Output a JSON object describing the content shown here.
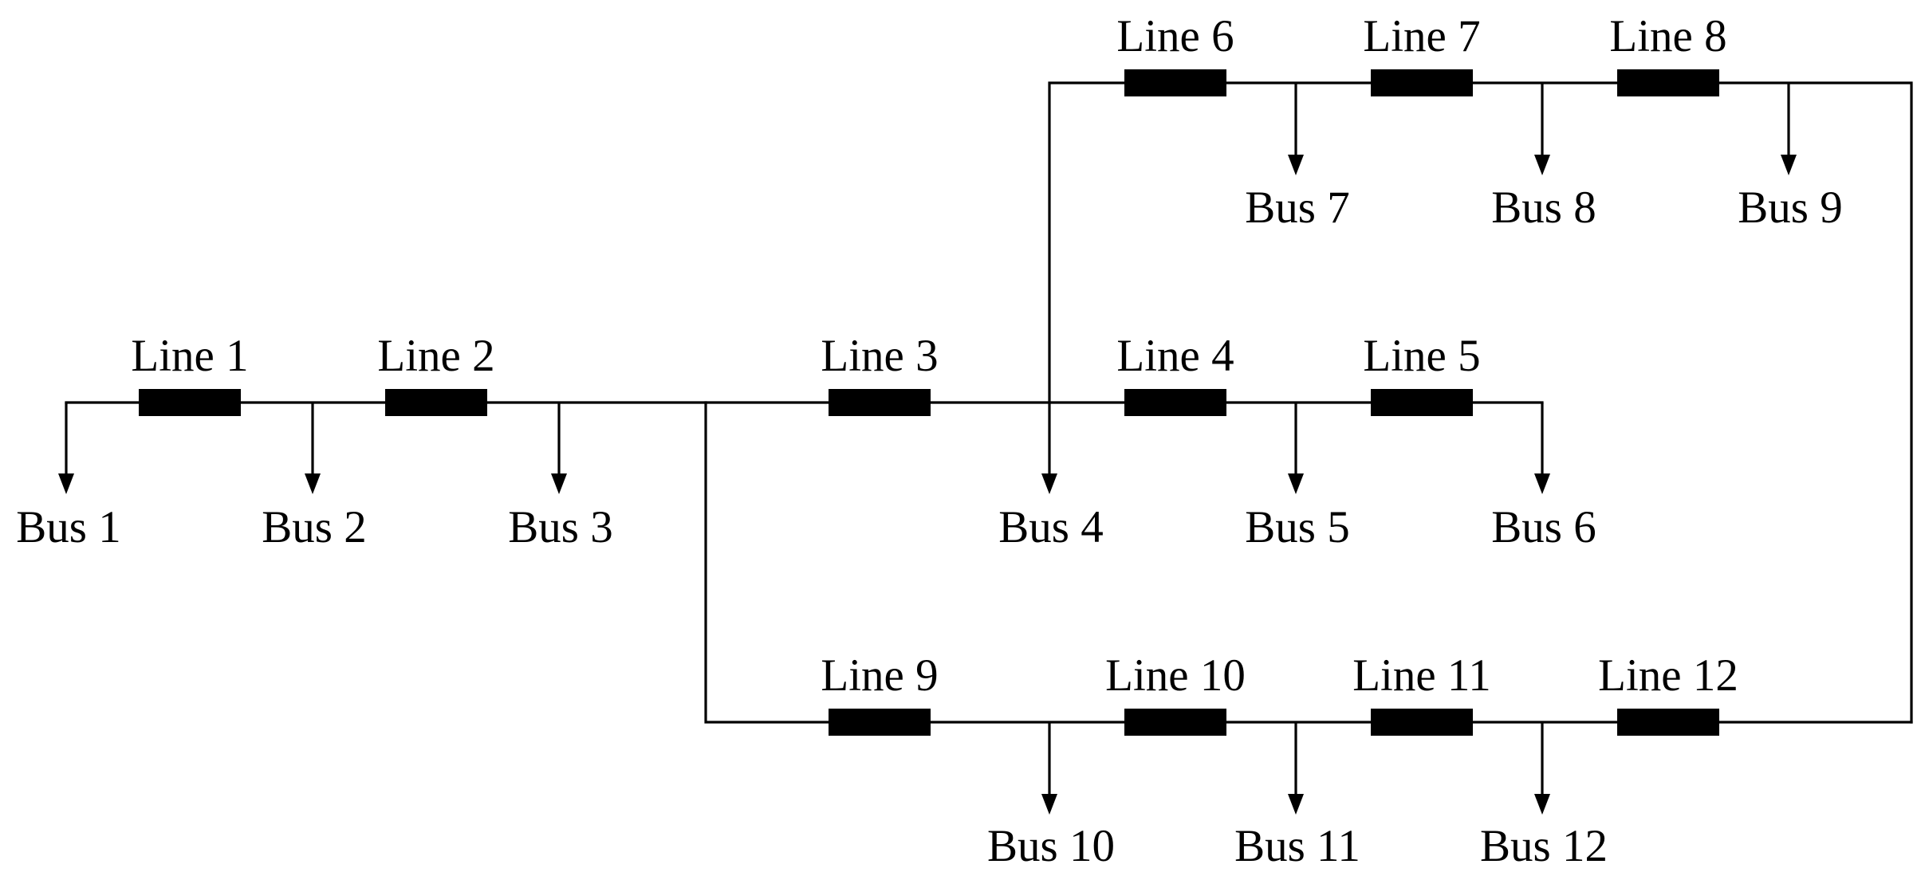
{
  "lines": [
    {
      "id": "line-1",
      "label": "Line 1"
    },
    {
      "id": "line-2",
      "label": "Line 2"
    },
    {
      "id": "line-3",
      "label": "Line 3"
    },
    {
      "id": "line-4",
      "label": "Line 4"
    },
    {
      "id": "line-5",
      "label": "Line 5"
    },
    {
      "id": "line-6",
      "label": "Line 6"
    },
    {
      "id": "line-7",
      "label": "Line 7"
    },
    {
      "id": "line-8",
      "label": "Line 8"
    },
    {
      "id": "line-9",
      "label": "Line 9"
    },
    {
      "id": "line-10",
      "label": "Line 10"
    },
    {
      "id": "line-11",
      "label": "Line 11"
    },
    {
      "id": "line-12",
      "label": "Line 12"
    }
  ],
  "buses": [
    {
      "id": "bus-1",
      "label": "Bus 1"
    },
    {
      "id": "bus-2",
      "label": "Bus 2"
    },
    {
      "id": "bus-3",
      "label": "Bus 3"
    },
    {
      "id": "bus-4",
      "label": "Bus 4"
    },
    {
      "id": "bus-5",
      "label": "Bus 5"
    },
    {
      "id": "bus-6",
      "label": "Bus 6"
    },
    {
      "id": "bus-7",
      "label": "Bus 7"
    },
    {
      "id": "bus-8",
      "label": "Bus 8"
    },
    {
      "id": "bus-9",
      "label": "Bus 9"
    },
    {
      "id": "bus-10",
      "label": "Bus 10"
    },
    {
      "id": "bus-11",
      "label": "Bus 11"
    },
    {
      "id": "bus-12",
      "label": "Bus 12"
    }
  ],
  "colors": {
    "ink": "#000000",
    "background": "#ffffff"
  }
}
